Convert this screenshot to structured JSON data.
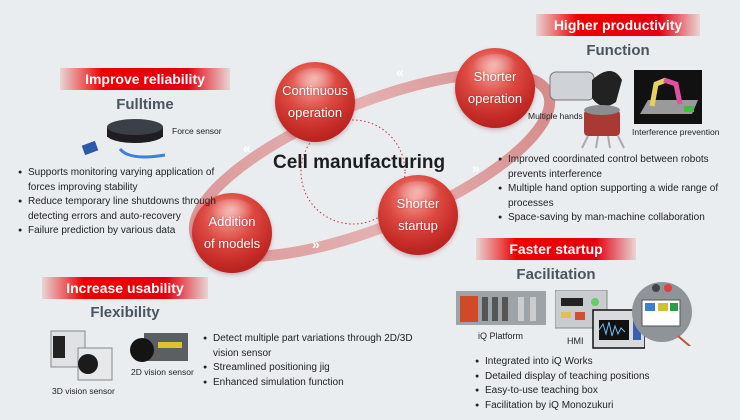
{
  "center": {
    "title": "Cell manufacturing"
  },
  "cycle": [
    {
      "id": "continuous",
      "line1": "Continuous",
      "line2": "operation"
    },
    {
      "id": "shorter-operation",
      "line1": "Shorter",
      "line2": "operation"
    },
    {
      "id": "shorter-startup",
      "line1": "Shorter",
      "line2": "startup"
    },
    {
      "id": "addition-models",
      "line1": "Addition",
      "line2": "of models"
    }
  ],
  "arrows": {
    "left": "«",
    "right": "»"
  },
  "reliability": {
    "banner": "Improve reliability",
    "heading": "Fulltime",
    "image_caption": "Force sensor",
    "bullets": [
      "Supports monitoring varying application of forces improving stability",
      "Reduce temporary line shutdowns through detecting errors and auto-recovery",
      "Failure prediction by various data"
    ]
  },
  "productivity": {
    "banner": "Higher productivity",
    "heading": "Function",
    "captions": [
      "Multiple hands",
      "Interference prevention"
    ],
    "bullets": [
      "Improved coordinated control between robots prevents interference",
      "Multiple hand option supporting a wide range of processes",
      "Space-saving by man-machine collaboration"
    ]
  },
  "usability": {
    "banner": "Increase usability",
    "heading": "Flexibility",
    "captions": [
      "3D vision sensor",
      "2D vision sensor"
    ],
    "bullets": [
      "Detect multiple part variations through 2D/3D vision sensor",
      "Streamlined positioning jig",
      "Enhanced simulation function"
    ]
  },
  "startup": {
    "banner": "Faster startup",
    "heading": "Facilitation",
    "captions": [
      "iQ Platform",
      "HMI"
    ],
    "bullets": [
      "Integrated into iQ Works",
      "Detailed display of teaching positions",
      "Easy-to-use teaching box",
      "Facilitation by iQ Monozukuri"
    ]
  }
}
